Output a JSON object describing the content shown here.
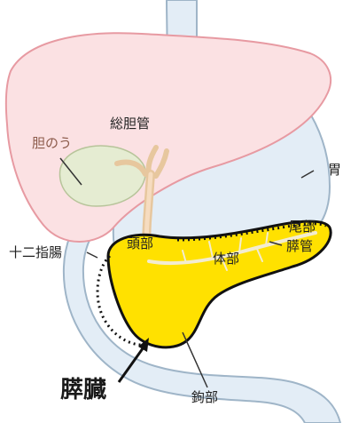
{
  "labels": {
    "common_bile_duct": "総胆管",
    "gallbladder": "胆のう",
    "stomach": "胃",
    "duodenum": "十二指腸",
    "pancreas_head": "頭部",
    "pancreas_body": "体部",
    "pancreas_tail": "尾部",
    "pancreatic_duct": "膵管",
    "uncinate_process": "鉤部",
    "title": "膵臓"
  },
  "colors": {
    "liver_fill": "#fbe1e3",
    "liver_stroke": "#e79aa2",
    "stomach_fill": "#e3edf6",
    "stomach_stroke": "#9fb5c8",
    "gallbladder_fill": "#e5ecd2",
    "duct_fill": "#f6dcc0",
    "pancreas_fill": "#ffe100",
    "pancreas_stroke": "#111111"
  }
}
